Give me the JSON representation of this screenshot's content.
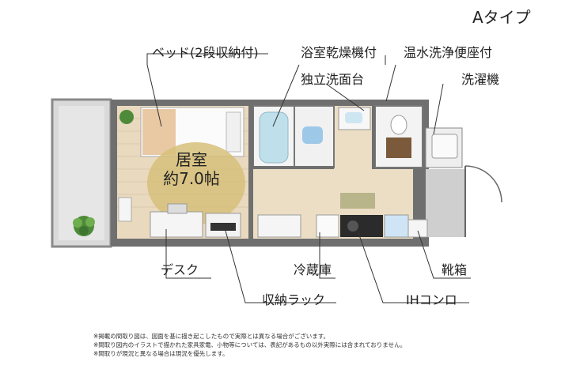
{
  "title": "Aタイプ",
  "room": {
    "name": "居室",
    "size": "約7.0帖"
  },
  "labels": {
    "bed": "ベッド(2段収納付)",
    "bath": "浴室乾燥機付",
    "toilet": "温水洗浄便座付",
    "washbasin": "独立洗面台",
    "washer": "洗濯機",
    "desk": "デスク",
    "fridge": "冷蔵庫",
    "shoe": "靴箱",
    "rack": "収納ラック",
    "ih": "IHコンロ"
  },
  "notes": [
    "※掲載の間取り図は、図面を基に描き起こしたもので実際とは異なる場合がございます。",
    "※間取り図内のイラストで描かれた家具家電、小物等については、表記があるもの以外実際には含まれておりません。",
    "※間取りが現況と異なる場合は現況を優先します。"
  ]
}
